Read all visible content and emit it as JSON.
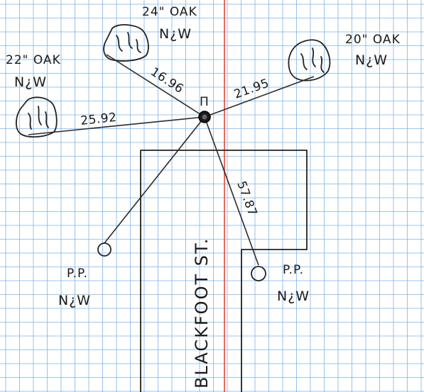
{
  "colors": {
    "paper": "#ffffff",
    "grid": "#7fb3e6",
    "margin_line": "#e0473b",
    "ink": "#1f1f1f"
  },
  "labels": {
    "oak_left_size": "22\" OAK",
    "oak_left_dir": "N¿W",
    "oak_top_size": "24\" OAK",
    "oak_top_dir": "N¿W",
    "oak_right_size": "20\" OAK",
    "oak_right_dir": "N¿W",
    "pp_left_name": "P.P.",
    "pp_left_dir": "N¿W",
    "pp_right_name": "P.P.",
    "pp_right_dir": "N¿W",
    "street_name": "BLACKFOOT ST.",
    "hub_symbol": "Π"
  },
  "distances": {
    "to_left_oak": "25.92",
    "to_top_oak": "16.96",
    "to_right_oak": "21.95",
    "to_right_pole": "57.87"
  }
}
